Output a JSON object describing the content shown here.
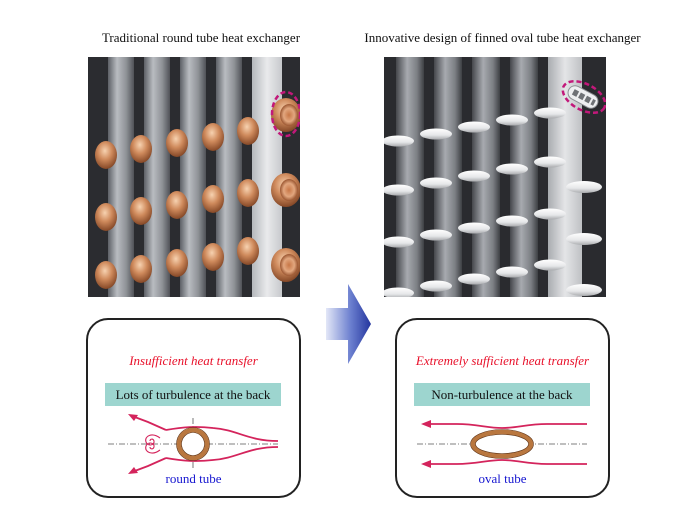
{
  "left": {
    "title": "Traditional round tube heat exchanger",
    "heading": "Insufficient heat transfer",
    "box_text": "Lots of turbulence at the back",
    "caption": "round tube"
  },
  "right": {
    "title": "Innovative design of finned oval tube heat exchanger",
    "heading": "Extremely sufficient heat transfer",
    "box_text": "Non-turbulence at the back",
    "caption": "oval tube"
  },
  "colors": {
    "heading_red": "#e8102a",
    "caption_blue": "#1616d0",
    "box_teal": "#9dd5cf",
    "copper": "#c9875b",
    "flow_line": "#d4245c",
    "highlight_dash": "#c2187a"
  }
}
